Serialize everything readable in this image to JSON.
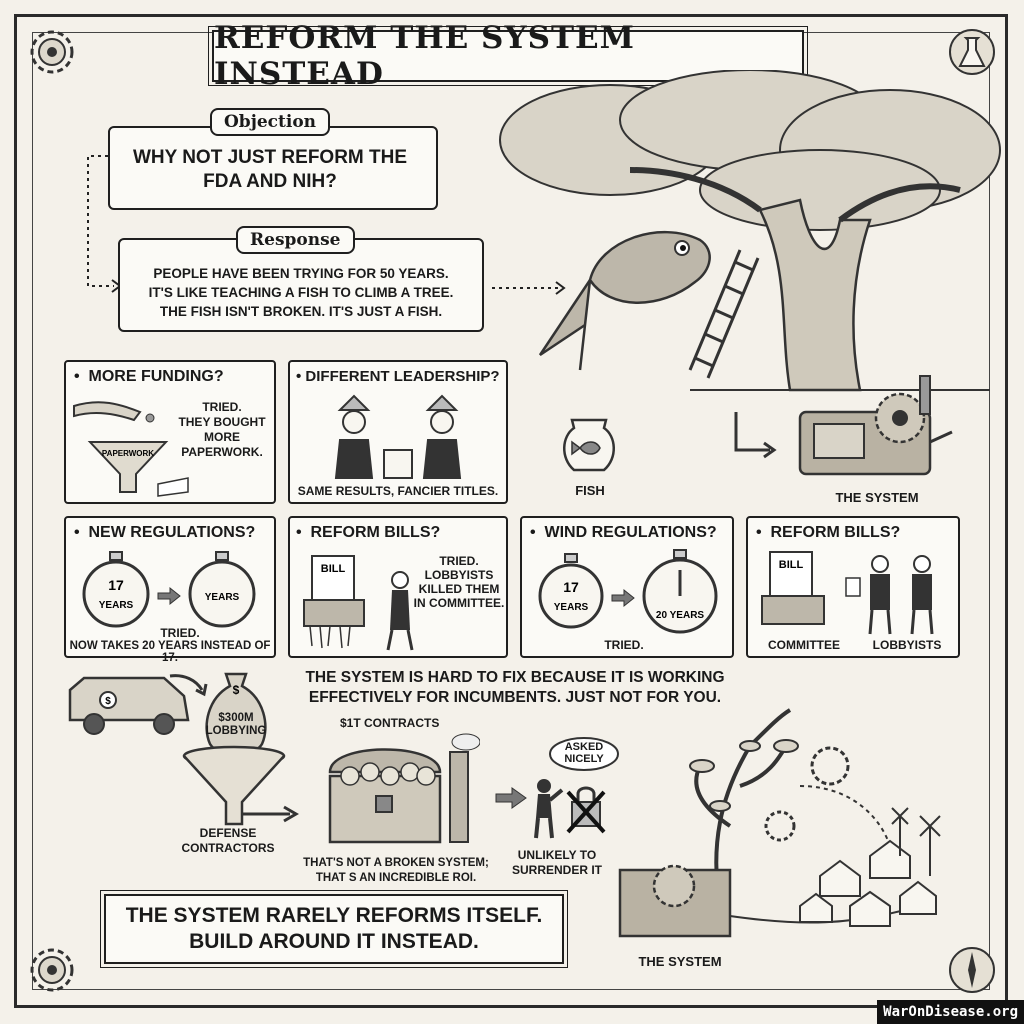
{
  "title": "REFORM THE SYSTEM INSTEAD",
  "objection": {
    "label": "Objection",
    "question": "WHY NOT JUST REFORM THE FDA AND NIH?"
  },
  "response": {
    "label": "Response",
    "lines": [
      "PEOPLE HAVE BEEN TRYING FOR 50 YEARS.",
      "IT'S LIKE TEACHING A FISH TO CLIMB A TREE.",
      "THE FISH ISN'T BROKEN. IT'S JUST A FISH."
    ]
  },
  "tree": {
    "fish_label": "FISH",
    "system_label": "THE SYSTEM"
  },
  "panels": {
    "more_funding": {
      "title": "MORE FUNDING?",
      "text_lines": [
        "TRIED.",
        "THEY BOUGHT",
        "MORE",
        "PAPERWORK."
      ],
      "funnel_label": "PAPERWORK"
    },
    "different_leadership": {
      "title": "DIFFERENT LEADERSHIP?",
      "caption": "SAME RESULTS, FANCIER TITLES."
    },
    "new_regulations": {
      "title": "NEW REGULATIONS?",
      "clock1_num": "17",
      "clock1_unit": "YEARS",
      "clock2_unit": "YEARS",
      "text_tried": "TRIED.",
      "caption": "NOW TAKES 20 YEARS INSTEAD OF 17."
    },
    "reform_bills_1": {
      "title": "REFORM BILLS?",
      "bill_label": "BILL",
      "text_lines": [
        "TRIED.",
        "LOBBYISTS",
        "KILLED THEM",
        "IN COMMITTEE."
      ]
    },
    "wind_regulations": {
      "title": "WIND REGULATIONS?",
      "clock1_num": "17",
      "clock1_unit": "YEARS",
      "clock2_label": "20 YEARS",
      "text_tried": "TRIED."
    },
    "reform_bills_2": {
      "title": "REFORM BILLS?",
      "bill_label": "BILL",
      "label_committee": "COMMITTEE",
      "label_lobbyists": "LOBBYISTS"
    }
  },
  "statement": {
    "lines": [
      "THE SYSTEM IS HARD TO FIX BECAUSE IT IS WORKING",
      "EFFECTIVELY FOR INCUMBENTS. JUST NOT FOR YOU."
    ]
  },
  "bottom": {
    "bag_lines": [
      "$300M",
      "LOBBYING"
    ],
    "contractors_lines": [
      "DEFENSE",
      "CONTRACTORS"
    ],
    "contracts_label": "$1T CONTRACTS",
    "roi_lines": [
      "THAT'S NOT A BROKEN SYSTEM;",
      "THAT S AN INCREDIBLE ROI."
    ],
    "bubble_lines": [
      "ASKED",
      "NICELY"
    ],
    "unlikely_lines": [
      "UNLIKELY TO",
      "SURRENDER IT"
    ],
    "system_label": "THE SYSTEM"
  },
  "conclusion": {
    "lines": [
      "THE SYSTEM RARELY REFORMS ITSELF.",
      "BUILD AROUND IT INSTEAD."
    ]
  },
  "watermark": "WarOnDisease.org",
  "colors": {
    "ink": "#1a1a1a",
    "paper": "#f4f1ea",
    "watermark_bg": "#111111",
    "watermark_fg": "#ffffff"
  }
}
